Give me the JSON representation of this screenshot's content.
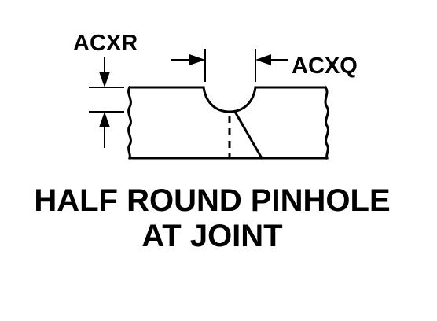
{
  "diagram": {
    "labels": {
      "radius": "ACXR",
      "diameter": "ACXQ"
    },
    "caption": {
      "line1": "HALF ROUND PINHOLE",
      "line2": "AT JOINT"
    },
    "colors": {
      "ink": "#000000",
      "background": "#ffffff"
    }
  }
}
